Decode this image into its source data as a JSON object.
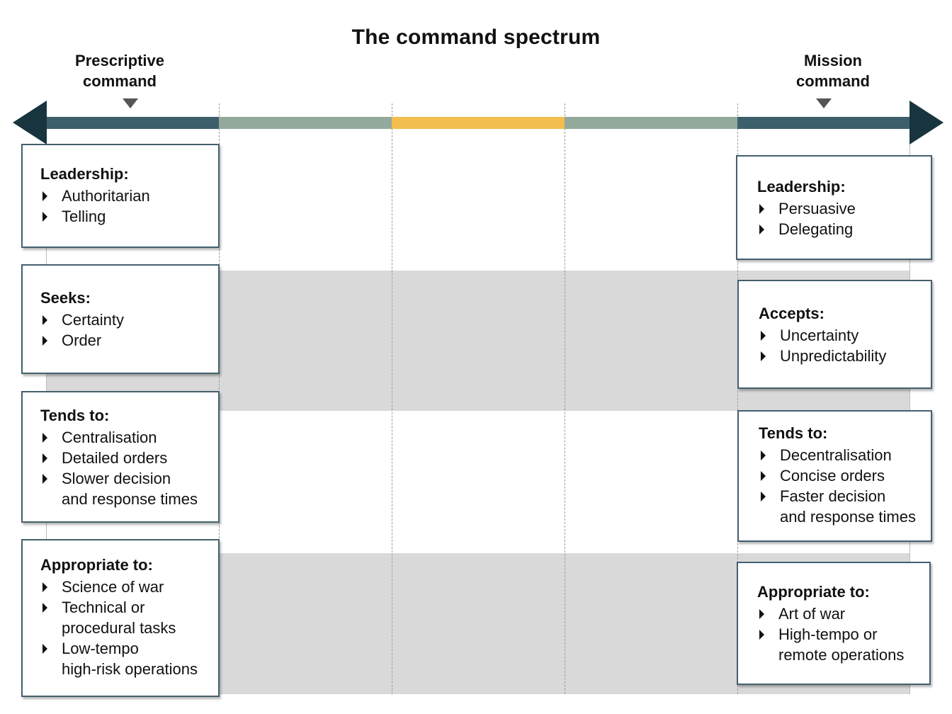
{
  "title": "The command spectrum",
  "left_label": {
    "line1": "Prescriptive",
    "line2": "command"
  },
  "right_label": {
    "line1": "Mission",
    "line2": "command"
  },
  "colors": {
    "dark_navy": "#17343f",
    "slate": "#3d5e6b",
    "sage": "#93a99b",
    "gold": "#f2be4e",
    "band_gray": "#d9d9d9",
    "box_border": "#43606e"
  },
  "left": {
    "leadership": {
      "title": "Leadership:",
      "items": [
        "Authoritarian",
        "Telling"
      ]
    },
    "seeks": {
      "title": "Seeks:",
      "items": [
        "Certainty",
        "Order"
      ]
    },
    "tends": {
      "title": "Tends to:",
      "items": [
        {
          "line1": "Centralisation"
        },
        {
          "line1": "Detailed orders"
        },
        {
          "line1": "Slower decision",
          "line2": "and response times"
        }
      ]
    },
    "appropriate": {
      "title": "Appropriate to:",
      "items": [
        {
          "line1": "Science of war"
        },
        {
          "line1": "Technical or",
          "line2": "procedural tasks"
        },
        {
          "line1": "Low-tempo",
          "line2": "high-risk operations"
        }
      ]
    }
  },
  "right": {
    "leadership": {
      "title": "Leadership:",
      "items": [
        "Persuasive",
        "Delegating"
      ]
    },
    "accepts": {
      "title": "Accepts:",
      "items": [
        "Uncertainty",
        "Unpredictability"
      ]
    },
    "tends": {
      "title": "Tends to:",
      "items": [
        {
          "line1": "Decentralisation"
        },
        {
          "line1": "Concise orders"
        },
        {
          "line1": "Faster decision",
          "line2": "and response times"
        }
      ]
    },
    "appropriate": {
      "title": "Appropriate to:",
      "items": [
        {
          "line1": "Art of war"
        },
        {
          "line1": "High-tempo or",
          "line2": "remote operations"
        }
      ]
    }
  }
}
